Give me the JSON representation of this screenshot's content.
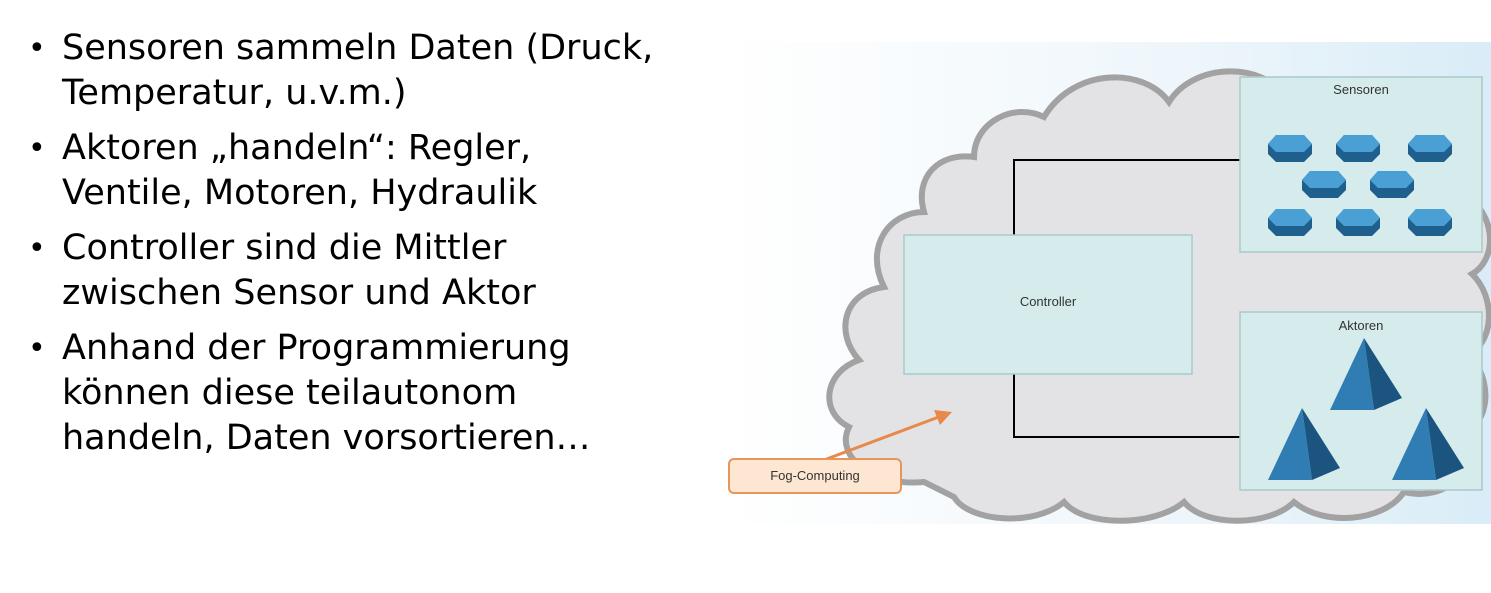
{
  "bullets": [
    {
      "lines": [
        "Sensoren sammeln Daten (Druck,",
        "Temperatur, u.v.m.)"
      ]
    },
    {
      "lines": [
        "Aktoren „handeln“: Regler,",
        "Ventile, Motoren, Hydraulik"
      ]
    },
    {
      "lines": [
        "Controller sind die Mittler",
        "zwischen Sensor und Aktor"
      ]
    },
    {
      "lines": [
        "Anhand der Programmierung",
        "können diese teilautonom",
        "handeln, Daten vorsortieren…"
      ]
    }
  ],
  "diagram": {
    "controller_label": "Controller",
    "sensors_label": "Sensoren",
    "actors_label": "Aktoren",
    "fog_label": "Fog-Computing"
  },
  "colors": {
    "box_fill": "#d6ecec",
    "box_stroke": "#a9c9ca",
    "cloud_fill": "#e4e4e6",
    "cloud_stroke": "#9b9b9b",
    "sensor_blue": "#2a6fa1",
    "arrow_orange": "#e8894a"
  }
}
